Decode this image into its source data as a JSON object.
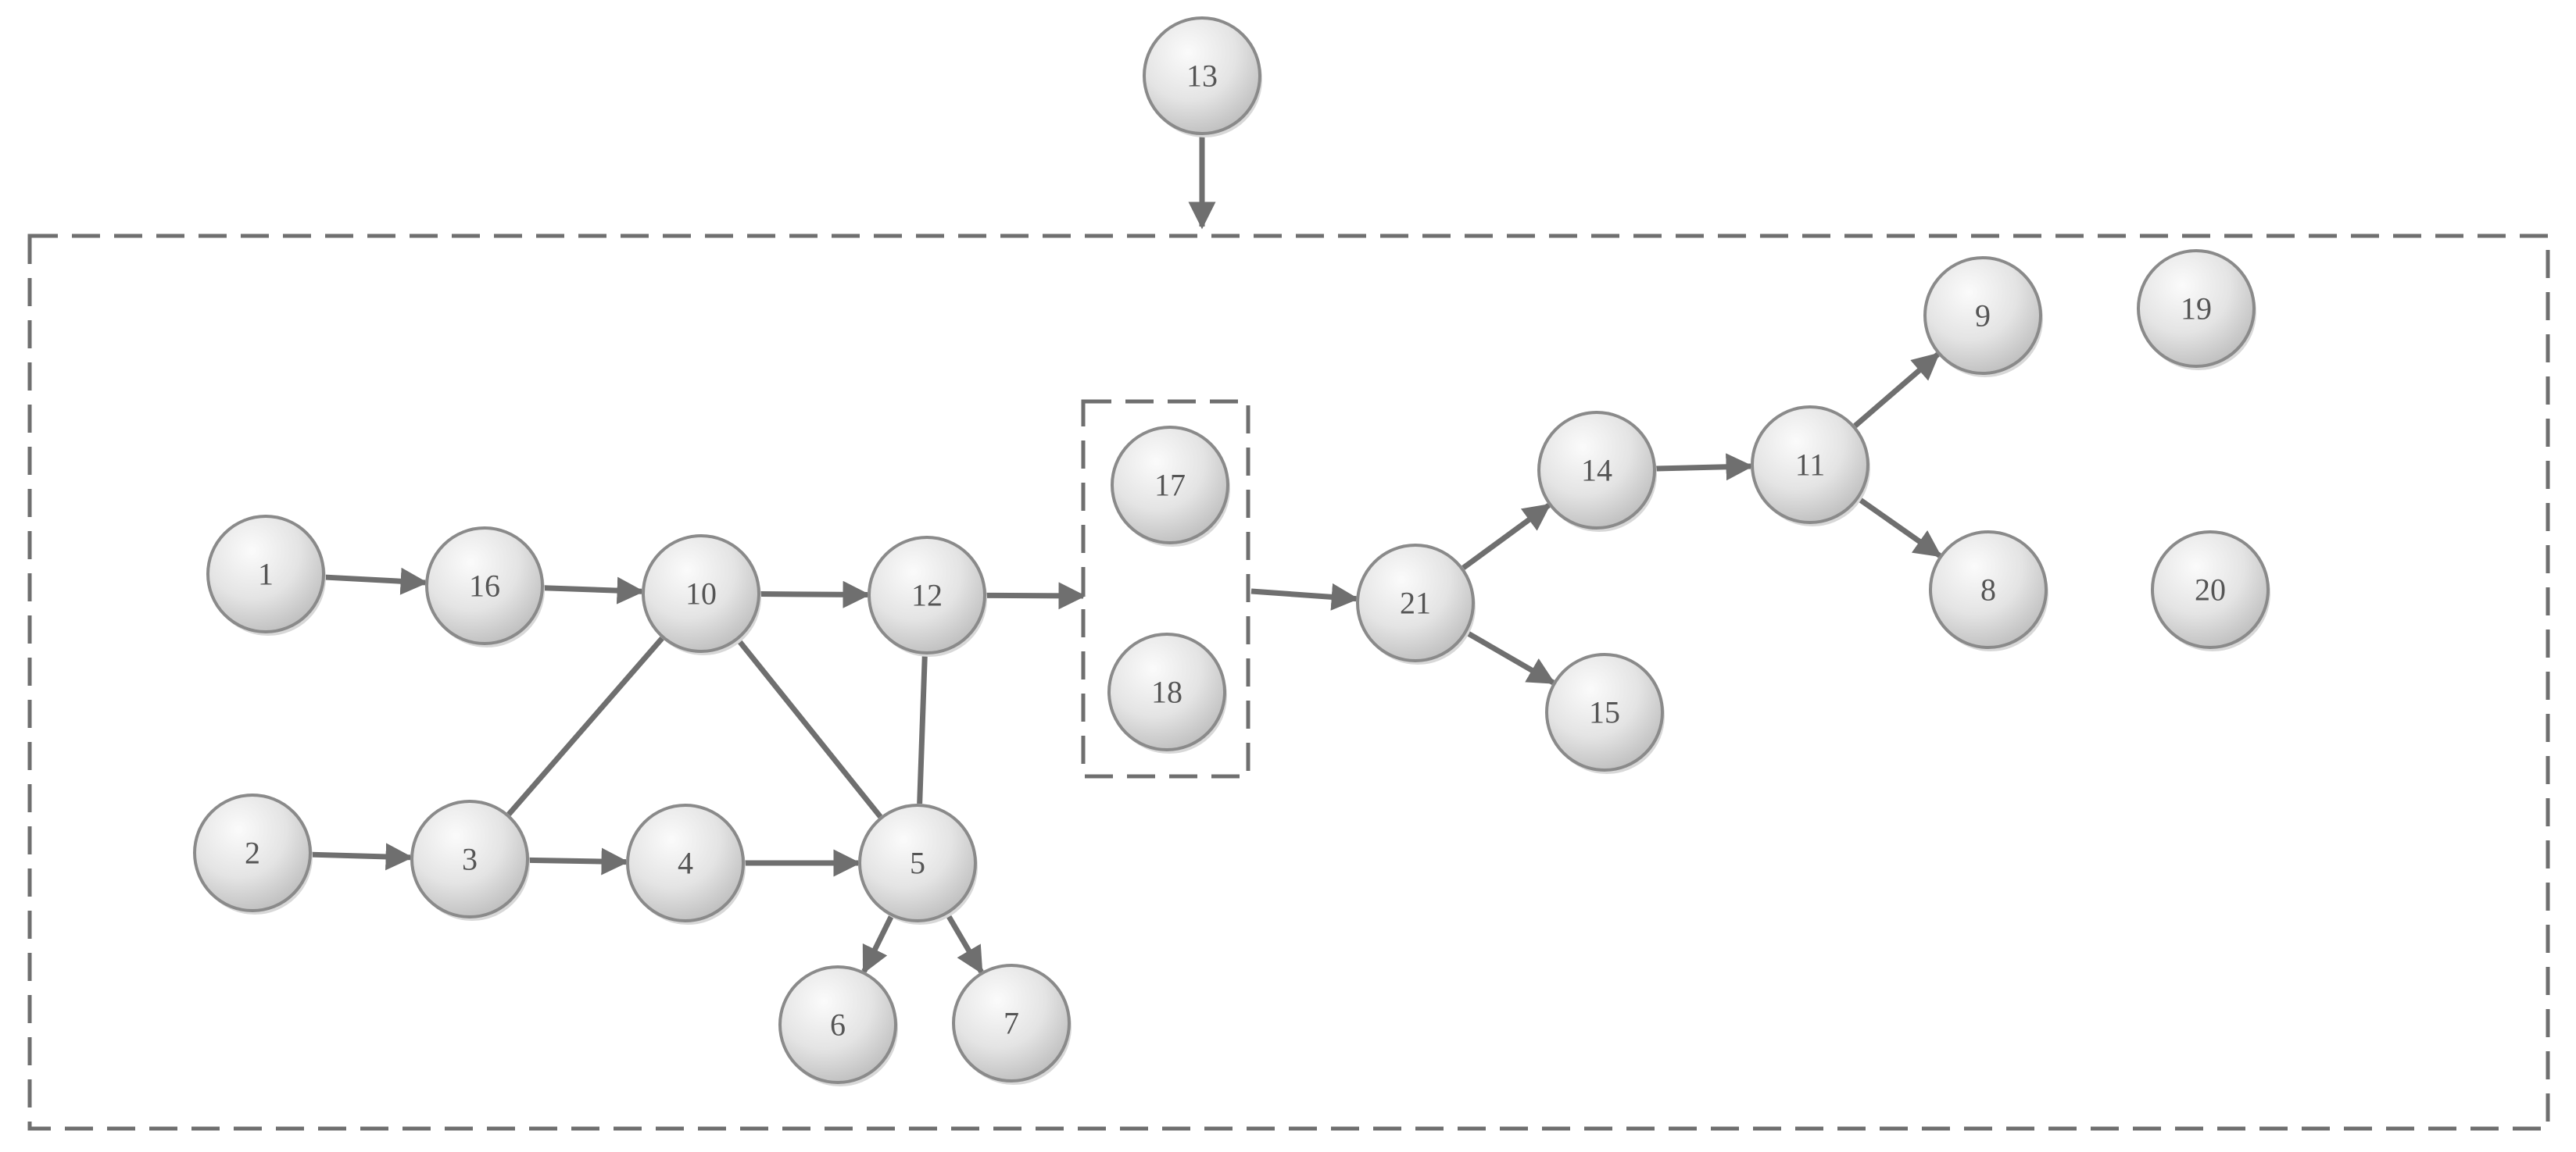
{
  "colors": {
    "edge": "#6f6f6f",
    "border_dash": "#6f6f6f",
    "node_stroke": "#8a8a8a",
    "node_fill_light": "#fbfbfb",
    "node_fill_dark": "#bdbdbd",
    "label": "#555555"
  },
  "nodes": [
    {
      "id": "1",
      "label": "1"
    },
    {
      "id": "2",
      "label": "2"
    },
    {
      "id": "3",
      "label": "3"
    },
    {
      "id": "4",
      "label": "4"
    },
    {
      "id": "5",
      "label": "5"
    },
    {
      "id": "6",
      "label": "6"
    },
    {
      "id": "7",
      "label": "7"
    },
    {
      "id": "8",
      "label": "8"
    },
    {
      "id": "9",
      "label": "9"
    },
    {
      "id": "10",
      "label": "10"
    },
    {
      "id": "11",
      "label": "11"
    },
    {
      "id": "12",
      "label": "12"
    },
    {
      "id": "13",
      "label": "13"
    },
    {
      "id": "14",
      "label": "14"
    },
    {
      "id": "15",
      "label": "15"
    },
    {
      "id": "16",
      "label": "16"
    },
    {
      "id": "17",
      "label": "17"
    },
    {
      "id": "18",
      "label": "18"
    },
    {
      "id": "19",
      "label": "19"
    },
    {
      "id": "20",
      "label": "20"
    },
    {
      "id": "21",
      "label": "21"
    }
  ],
  "edges": [
    {
      "from": "1",
      "to": "16",
      "directed": true
    },
    {
      "from": "16",
      "to": "10",
      "directed": true
    },
    {
      "from": "10",
      "to": "12",
      "directed": true
    },
    {
      "from": "12",
      "to": "group-17-18",
      "directed": true
    },
    {
      "from": "group-17-18",
      "to": "21",
      "directed": true
    },
    {
      "from": "21",
      "to": "14",
      "directed": true
    },
    {
      "from": "21",
      "to": "15",
      "directed": true
    },
    {
      "from": "14",
      "to": "11",
      "directed": true
    },
    {
      "from": "11",
      "to": "9",
      "directed": true
    },
    {
      "from": "11",
      "to": "8",
      "directed": true
    },
    {
      "from": "2",
      "to": "3",
      "directed": true
    },
    {
      "from": "3",
      "to": "4",
      "directed": true
    },
    {
      "from": "4",
      "to": "5",
      "directed": true
    },
    {
      "from": "5",
      "to": "6",
      "directed": true
    },
    {
      "from": "5",
      "to": "7",
      "directed": true
    },
    {
      "from": "10",
      "to": "3",
      "directed": false
    },
    {
      "from": "10",
      "to": "5",
      "directed": false
    },
    {
      "from": "12",
      "to": "5",
      "directed": false
    },
    {
      "from": "13",
      "to": "outer-boundary",
      "directed": true
    }
  ]
}
